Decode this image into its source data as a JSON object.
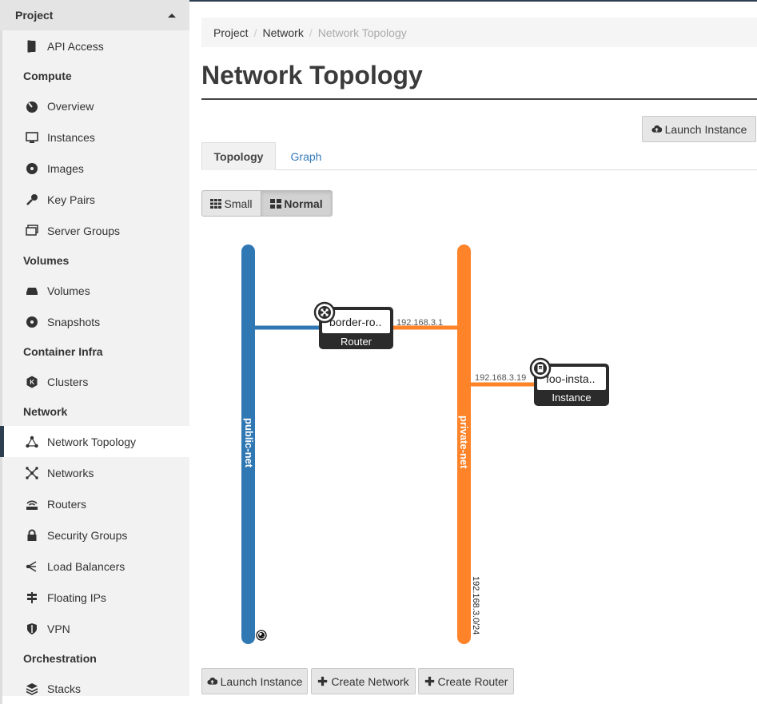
{
  "sidebar": {
    "header": "Project",
    "api_access": "API Access",
    "compute": {
      "label": "Compute",
      "items": [
        "Overview",
        "Instances",
        "Images",
        "Key Pairs",
        "Server Groups"
      ]
    },
    "volumes": {
      "label": "Volumes",
      "items": [
        "Volumes",
        "Snapshots"
      ]
    },
    "container_infra": {
      "label": "Container Infra",
      "items": [
        "Clusters"
      ]
    },
    "network": {
      "label": "Network",
      "items": [
        "Network Topology",
        "Networks",
        "Routers",
        "Security Groups",
        "Load Balancers",
        "Floating IPs",
        "VPN"
      ]
    },
    "orchestration": {
      "label": "Orchestration",
      "items": [
        "Stacks"
      ]
    }
  },
  "breadcrumb": [
    "Project",
    "Network",
    "Network Topology"
  ],
  "page_title": "Network Topology",
  "top_launch_instance": "Launch Instance",
  "tabs": [
    "Topology",
    "Graph"
  ],
  "size_toggle": {
    "small": "Small",
    "normal": "Normal"
  },
  "topology": {
    "networks": [
      {
        "name": "public-net",
        "color": "#2f78b4",
        "cidr": ""
      },
      {
        "name": "private-net",
        "color": "#ff8328",
        "cidr": "192.168.3.0/24"
      }
    ],
    "router": {
      "name": "border-ro..",
      "type": "Router",
      "ip": "192.168.3.1"
    },
    "instance": {
      "name": "foo-insta..",
      "type": "Instance",
      "ip": "192.168.3.19"
    }
  },
  "bottom_buttons": [
    "Launch Instance",
    "Create Network",
    "Create Router"
  ]
}
